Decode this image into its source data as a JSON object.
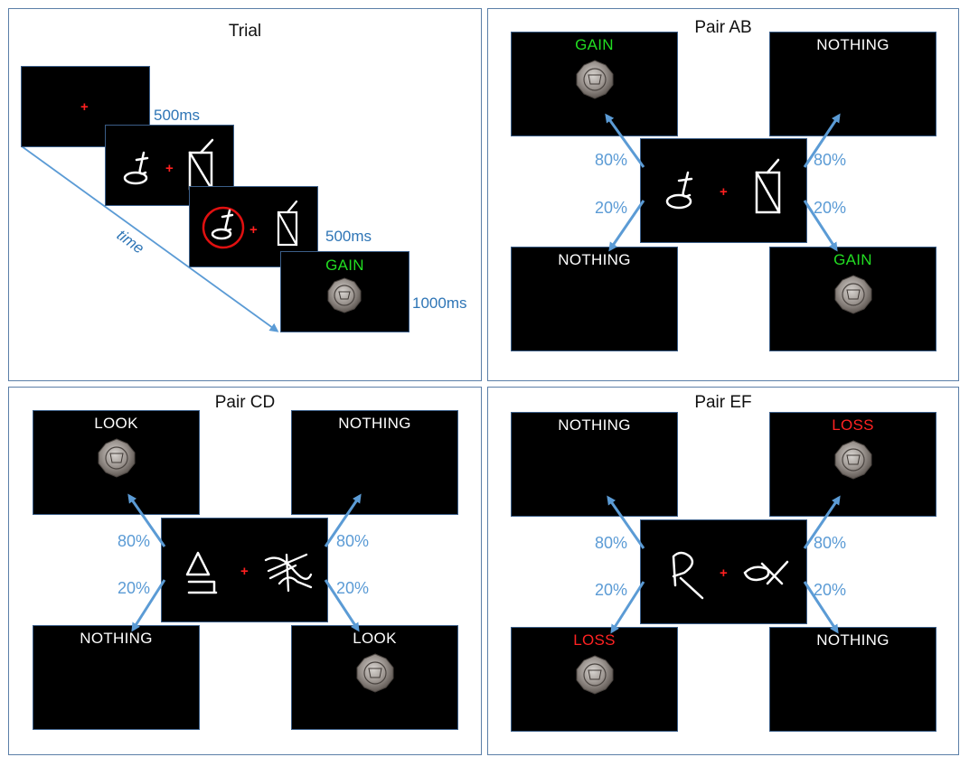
{
  "trial": {
    "title": "Trial",
    "fixation": "+",
    "time_label": "time",
    "durations": [
      "500ms",
      "500ms",
      "1000ms"
    ],
    "outcome_label": "GAIN"
  },
  "pairs": [
    {
      "title": "Pair AB",
      "top_left": "GAIN",
      "top_right": "NOTHING",
      "bottom_left": "NOTHING",
      "bottom_right": "GAIN",
      "pct_high": "80%",
      "pct_low": "20%",
      "outcome_color": "#22dd22"
    },
    {
      "title": "Pair CD",
      "top_left": "LOOK",
      "top_right": "NOTHING",
      "bottom_left": "NOTHING",
      "bottom_right": "LOOK",
      "pct_high": "80%",
      "pct_low": "20%",
      "outcome_color": "#ffffff"
    },
    {
      "title": "Pair EF",
      "top_left": "NOTHING",
      "top_right": "LOSS",
      "bottom_left": "LOSS",
      "bottom_right": "NOTHING",
      "pct_high": "80%",
      "pct_low": "20%",
      "outcome_color": "#ff2222"
    }
  ],
  "colors": {
    "arrow": "#5b9bd5",
    "timing_text": "#2e75b6",
    "gain": "#22dd22",
    "loss": "#ff2222",
    "panel_border": "#5b7fa8"
  },
  "icons": [
    "coin-icon",
    "hiragana-stimulus-icon",
    "shape-stimulus-icon",
    "fixation-cross-icon",
    "arrow-icon"
  ]
}
